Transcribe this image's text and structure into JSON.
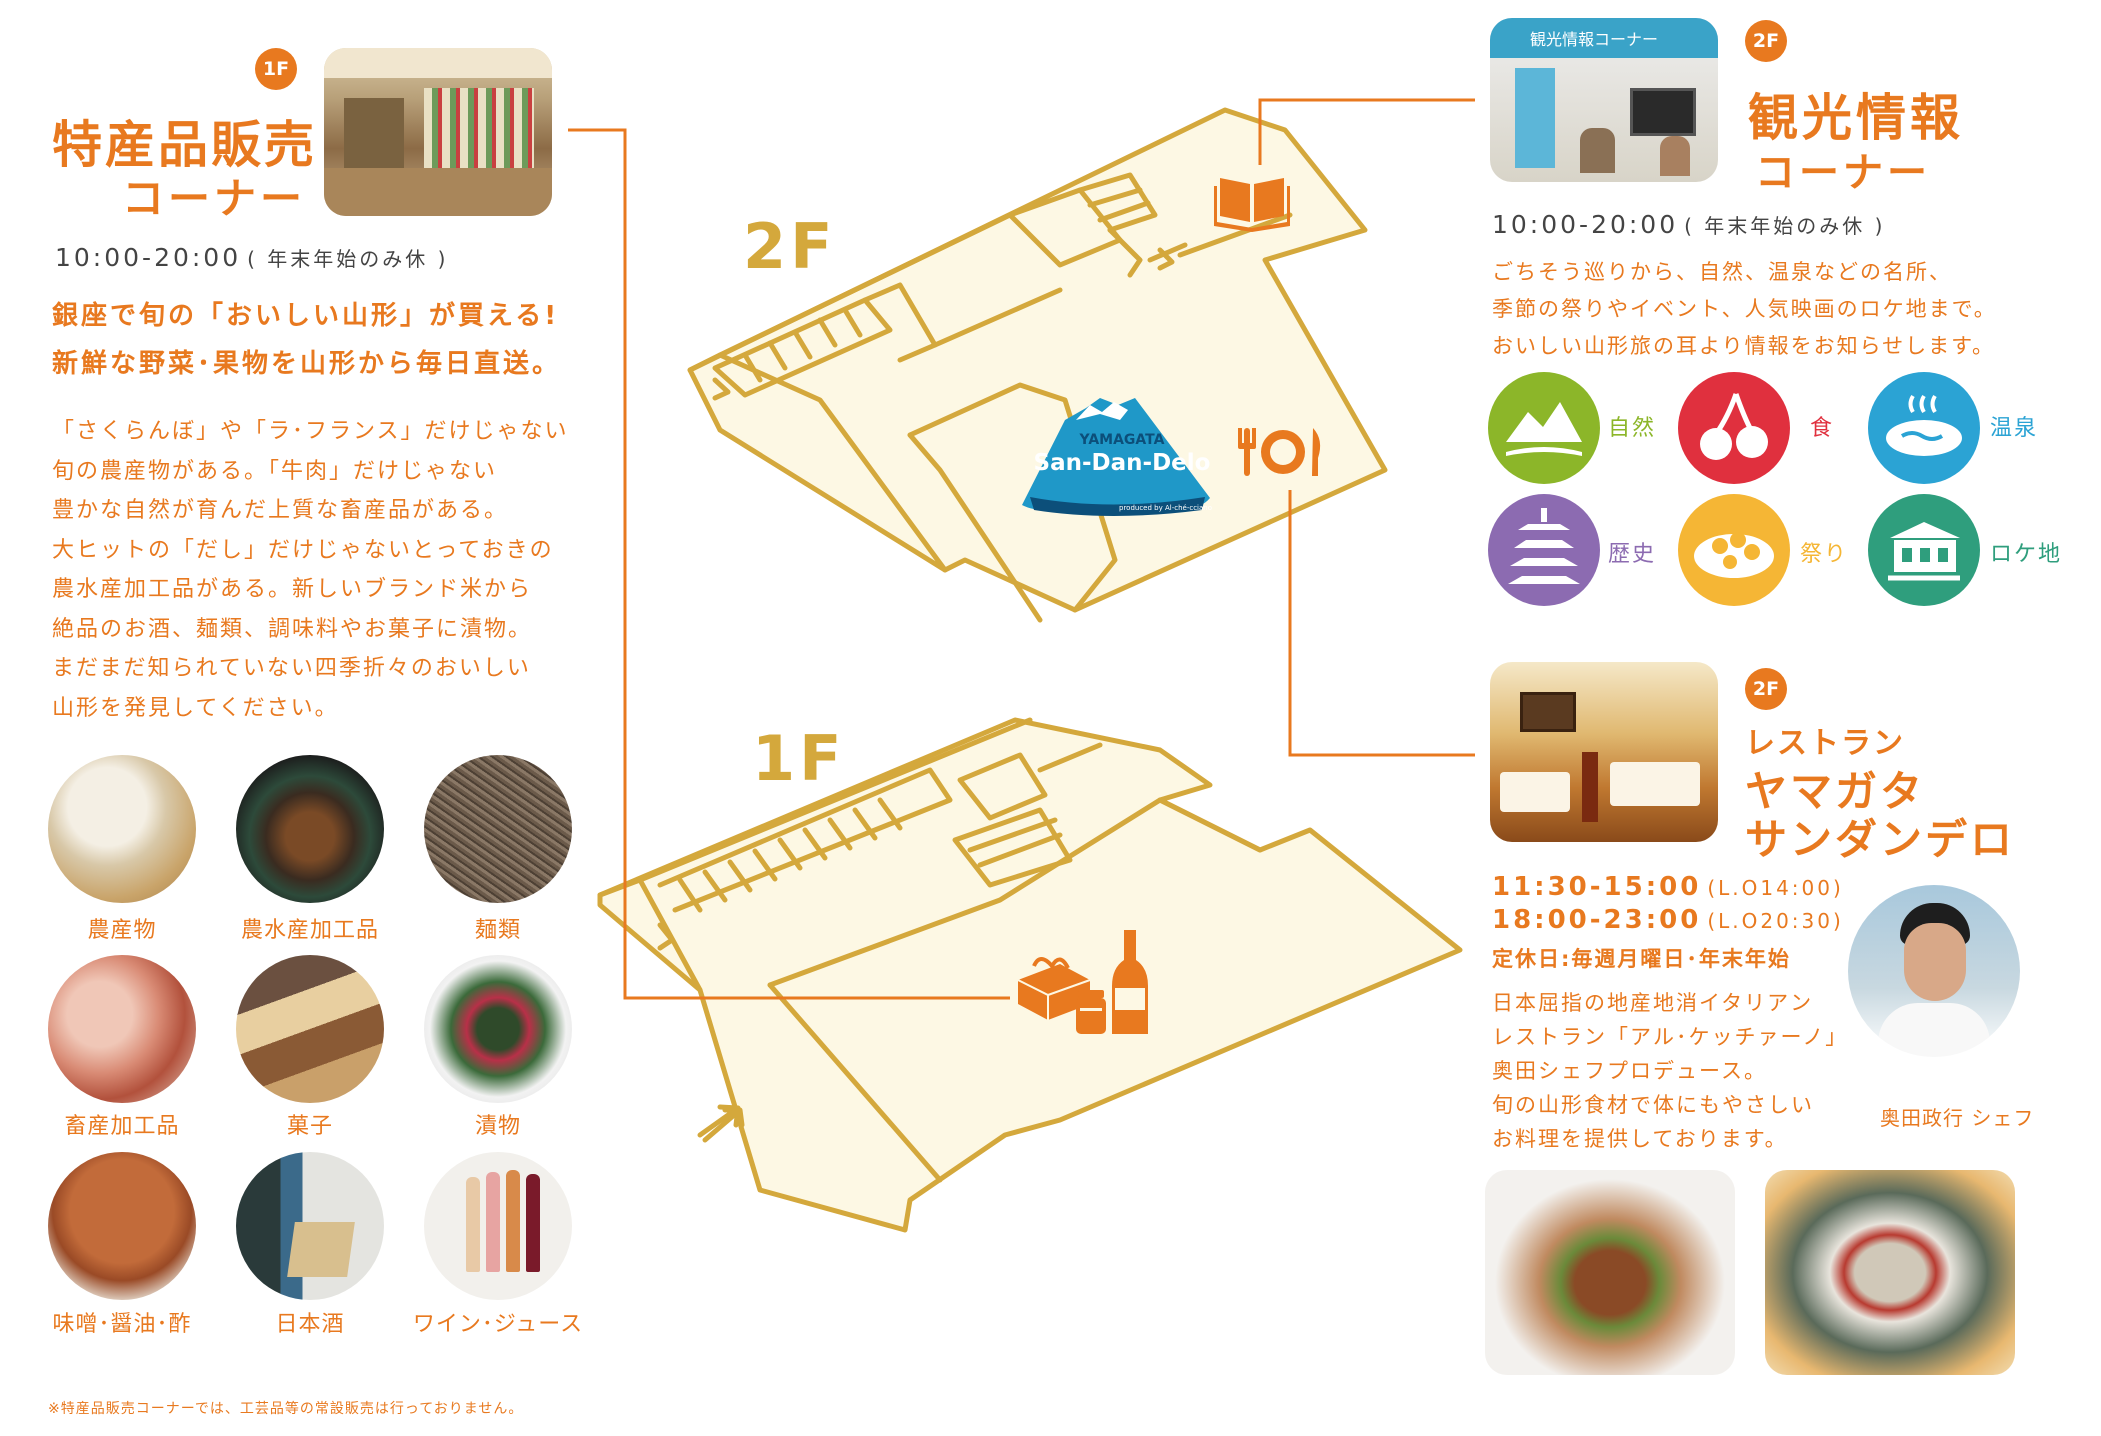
{
  "colors": {
    "accent": "#e8791f",
    "floorplan_line": "#d4a83c",
    "floorplan_fill": "#fdf8e4"
  },
  "shop": {
    "floor": "1F",
    "title_line1": "特産品販売",
    "title_line2": "コーナー",
    "hours": "10:00-20:00",
    "hours_note": "( 年末年始のみ休 )",
    "lead_line1": "銀座で旬の「おいしい山形」が買える!",
    "lead_line2": "新鮮な野菜･果物を山形から毎日直送。",
    "body": [
      "「さくらんぼ」や「ラ･フランス」だけじゃない",
      "旬の農産物がある。「牛肉」だけじゃない",
      "豊かな自然が育んだ上質な畜産品がある。",
      "大ヒットの「だし」だけじゃないとっておきの",
      "農水産加工品がある。新しいブランド米から",
      "絶品のお酒、麺類、調味料やお菓子に漬物。",
      "まだまだ知られていない四季折々のおいしい",
      "山形を発見してください。"
    ],
    "products": [
      {
        "label": "農産物"
      },
      {
        "label": "農水産加工品"
      },
      {
        "label": "麺類"
      },
      {
        "label": "畜産加工品"
      },
      {
        "label": "菓子"
      },
      {
        "label": "漬物"
      },
      {
        "label": "味噌･醤油･酢"
      },
      {
        "label": "日本酒"
      },
      {
        "label": "ワイン･ジュース"
      }
    ],
    "footnote": "※特産品販売コーナーでは、工芸品等の常設販売は行っておりません。"
  },
  "map": {
    "floor2_label": "2F",
    "floor1_label": "1F",
    "logo_top": "YAMAGATA",
    "logo_main": "San-Dan-Delo",
    "logo_small": "produced by Al-ché-cciano"
  },
  "tourism": {
    "floor": "2F",
    "title_line1": "観光情報",
    "title_line2": "コーナー",
    "hours": "10:00-20:00",
    "hours_note": "( 年末年始のみ休 )",
    "body": [
      "ごちそう巡りから、自然、温泉などの名所、",
      "季節の祭りやイベント、人気映画のロケ地まで。",
      "おいしい山形旅の耳より情報をお知らせします。"
    ],
    "categories": [
      {
        "label": "自然",
        "color": "#8cb629",
        "icon": "nature-icon"
      },
      {
        "label": "食",
        "color": "#e0303e",
        "icon": "cherry-icon"
      },
      {
        "label": "温泉",
        "color": "#2ba3d4",
        "icon": "hot-spring-icon"
      },
      {
        "label": "歴史",
        "color": "#8c6bb1",
        "icon": "pagoda-icon"
      },
      {
        "label": "祭り",
        "color": "#f5b635",
        "icon": "festival-icon"
      },
      {
        "label": "ロケ地",
        "color": "#2f9e7d",
        "icon": "location-icon"
      }
    ],
    "photo_sign": "観光情報コーナー"
  },
  "restaurant": {
    "floor": "2F",
    "title_line1": "レストラン",
    "title_line2": "ヤマガタ",
    "title_line3": "サンダンデロ",
    "hours1": "11:30-15:00",
    "hours1_note": "(L.O14:00)",
    "hours2": "18:00-23:00",
    "hours2_note": "(L.O20:30)",
    "closed": "定休日:毎週月曜日･年末年始",
    "body": [
      "日本屈指の地産地消イタリアン",
      "レストラン「アル･ケッチァーノ」",
      "奥田シェフプロデュース。",
      "旬の山形食材で体にもやさしい",
      "お料理を提供しております。"
    ],
    "chef_caption": "奥田政行 シェフ"
  }
}
